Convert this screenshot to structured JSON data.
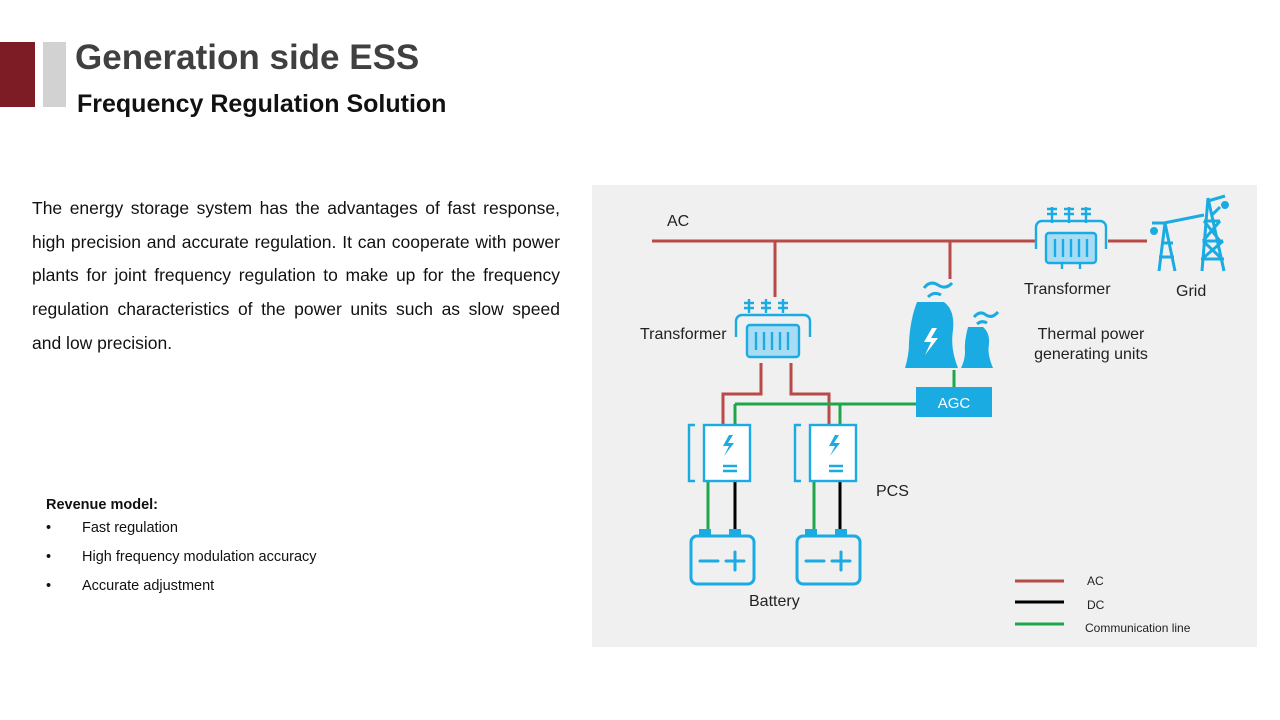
{
  "header": {
    "title": "Generation side ESS",
    "subtitle": "Frequency Regulation Solution"
  },
  "intro_text": "The energy storage system has the advantages of fast response, high precision and accurate regulation. It can cooperate with power plants for joint frequency regulation to make up for the frequency regulation characteristics of the power units such as slow speed and low precision.",
  "revenue": {
    "title": "Revenue model:",
    "bullet": "•",
    "items": [
      "Fast regulation",
      "High frequency modulation accuracy",
      "Accurate adjustment"
    ]
  },
  "diagram": {
    "labels": {
      "ac": "AC",
      "transformer_top": "Transformer",
      "grid": "Grid",
      "transformer_left": "Transformer",
      "thermal_line1": "Thermal power",
      "thermal_line2": "generating units",
      "agc": "AGC",
      "pcs": "PCS",
      "battery": "Battery"
    },
    "legend": [
      {
        "label": "AC",
        "color": "#b84a48"
      },
      {
        "label": "DC",
        "color": "#000000"
      },
      {
        "label": "Communication line",
        "color": "#1fa64a"
      }
    ],
    "colors": {
      "ac_line": "#b84a48",
      "dc_line": "#000000",
      "comm_line": "#1fa64a",
      "icon": "#1aabe3",
      "icon_light": "#a8dcf5"
    }
  }
}
